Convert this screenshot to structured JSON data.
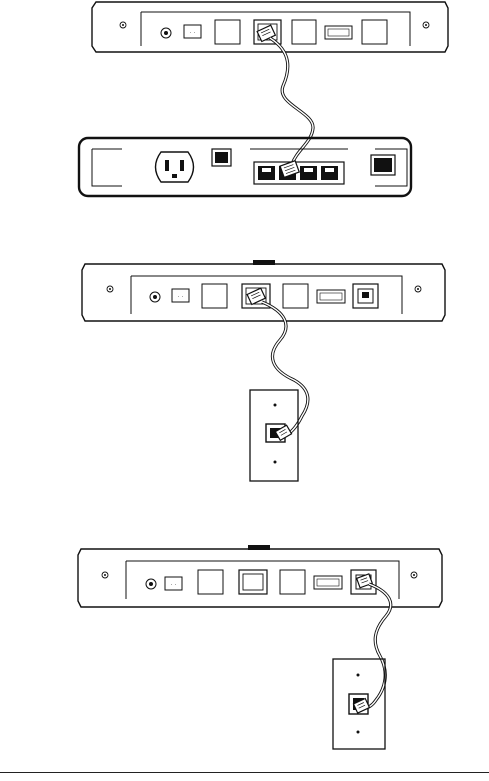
{
  "figure": {
    "panels": [
      {
        "name": "modem-to-hub",
        "device": "modem-back-panel",
        "target": "ethernet-hub",
        "cable": "ethernet-cable"
      },
      {
        "name": "modem-to-wall-jack-ethernet-port",
        "device": "modem-back-panel",
        "target": "wall-jack",
        "cable": "phone-cable"
      },
      {
        "name": "modem-to-wall-jack-phone-port",
        "device": "modem-back-panel",
        "target": "wall-jack",
        "cable": "phone-cable"
      }
    ]
  },
  "icons": [
    "power-jack-icon",
    "power-switch-icon",
    "ethernet-port-icon",
    "usb-port-icon",
    "phone-port-icon",
    "ac-power-socket-icon",
    "wall-outlet-icon",
    "cable-icon"
  ]
}
